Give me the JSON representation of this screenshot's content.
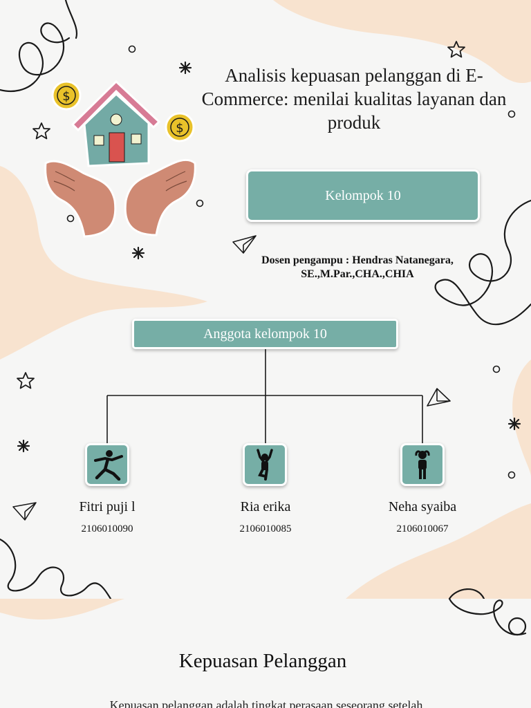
{
  "slide1": {
    "title": "Analisis kepuasan pelanggan di E-Commerce: menilai kualitas layanan dan produk",
    "group_label": "Kelompok 10",
    "lecturer": "Dosen pengampu : Hendras Natanegara, SE.,M.Par.,CHA.,CHIA",
    "members_label": "Anggota kelompok 10",
    "members": [
      {
        "name": "Fitri puji l",
        "id": "2106010090",
        "icon": "person-dancing-icon"
      },
      {
        "name": "Ria erika",
        "id": "2106010085",
        "icon": "person-stretching-icon"
      },
      {
        "name": "Neha syaiba",
        "id": "2106010067",
        "icon": "person-standing-icon"
      }
    ],
    "illustration": "house-in-hands-illustration"
  },
  "slide2": {
    "title": "Kepuasan Pelanggan",
    "text": "Kepuasan pelanggan adalah tingkat perasaan seseorang setelah"
  },
  "colors": {
    "accent": "#76aea6",
    "background": "#f6f6f5",
    "blob": "#f8e3cf",
    "ink": "#111111"
  }
}
